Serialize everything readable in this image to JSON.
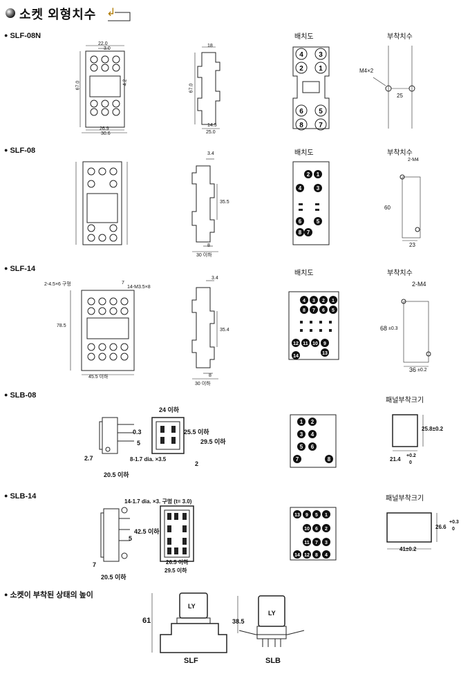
{
  "header": {
    "title": "소켓 외형치수",
    "arrow_glyph": "↲"
  },
  "column_heads": {
    "layout": "배치도",
    "mount": "부착치수",
    "panel": "패널부착크기"
  },
  "sections": {
    "slf08n": {
      "label": "SLF-08N",
      "front_dims": {
        "top1": "22.0",
        "top2": "3.0",
        "height": "67.0",
        "side": "4.2",
        "bottom1": "26.9",
        "bottom2": "30.6"
      },
      "side_dims": {
        "top": "18",
        "height": "67.0",
        "b1": "14.5",
        "b2": "25.0"
      },
      "pins": [
        "4",
        "3",
        "2",
        "1",
        "6",
        "5",
        "8",
        "7"
      ],
      "mount": {
        "screw": "M4×2",
        "pitch": "25"
      }
    },
    "slf08": {
      "label": "SLF-08",
      "side_dims": {
        "top": "3.4",
        "mid": "35.5",
        "bottom": "8",
        "width": "30 이하"
      },
      "pins": [
        "2",
        "1",
        "4",
        "3",
        "6",
        "5",
        "8",
        "7"
      ],
      "mount": {
        "screw": "2-M4",
        "height": "60",
        "width": "23"
      }
    },
    "slf14": {
      "label": "SLF-14",
      "front_dims": {
        "hole": "2-4.5×6 구멍",
        "top": "7",
        "screw": "14-M3.5×8",
        "height": "78.5",
        "width": "45.5 이하"
      },
      "side_dims": {
        "top": "3.4",
        "mid": "35.4",
        "bottom": "8",
        "width": "30 이하"
      },
      "pins": [
        "4",
        "3",
        "2",
        "1",
        "8",
        "7",
        "6",
        "5",
        "12",
        "11",
        "10",
        "9",
        "14",
        "13"
      ],
      "mount": {
        "screw": "2-M4",
        "height": "68",
        "height_tol": "±0.3",
        "width": "36",
        "width_tol": "±0.2"
      }
    },
    "slb08": {
      "label": "SLB-08",
      "dims": {
        "d1": "0.3",
        "d2": "5",
        "d3": "2.7",
        "d4": "20.5 이하",
        "d5": "24 이하",
        "d6": "25.5 이하",
        "d7": "29.5 이하",
        "d8": "8-1.7 dia. ×3.5",
        "d9": "2"
      },
      "pins": [
        "1",
        "2",
        "3",
        "4",
        "5",
        "6",
        "7",
        "8"
      ],
      "panel": {
        "height": "25.8±0.2",
        "width": "21.4",
        "tol_plus": "+0.2",
        "tol_zero": "0"
      }
    },
    "slb14": {
      "label": "SLB-14",
      "dims": {
        "d1": "14-1.7 dia. ×3.  구멍 (t= 3.0)",
        "d2": "42.5 이하",
        "d3": "5",
        "d4": "7",
        "d5": "20.5 이하",
        "d6": "26.5 이하",
        "d7": "29.5 이하"
      },
      "pins": [
        "13",
        "9",
        "5",
        "1",
        "10",
        "6",
        "2",
        "11",
        "7",
        "3",
        "14",
        "12",
        "8",
        "4"
      ],
      "panel": {
        "height": "26.6",
        "tol_plus": "+0.3",
        "tol_zero": "0",
        "width": "41±0.2"
      }
    },
    "mounted": {
      "label": "소켓이 부착된 상태의 높이",
      "slf": {
        "height": "61",
        "relay": "LY",
        "name": "SLF"
      },
      "slb": {
        "height": "38.5",
        "relay": "LY",
        "name": "SLB"
      }
    }
  }
}
